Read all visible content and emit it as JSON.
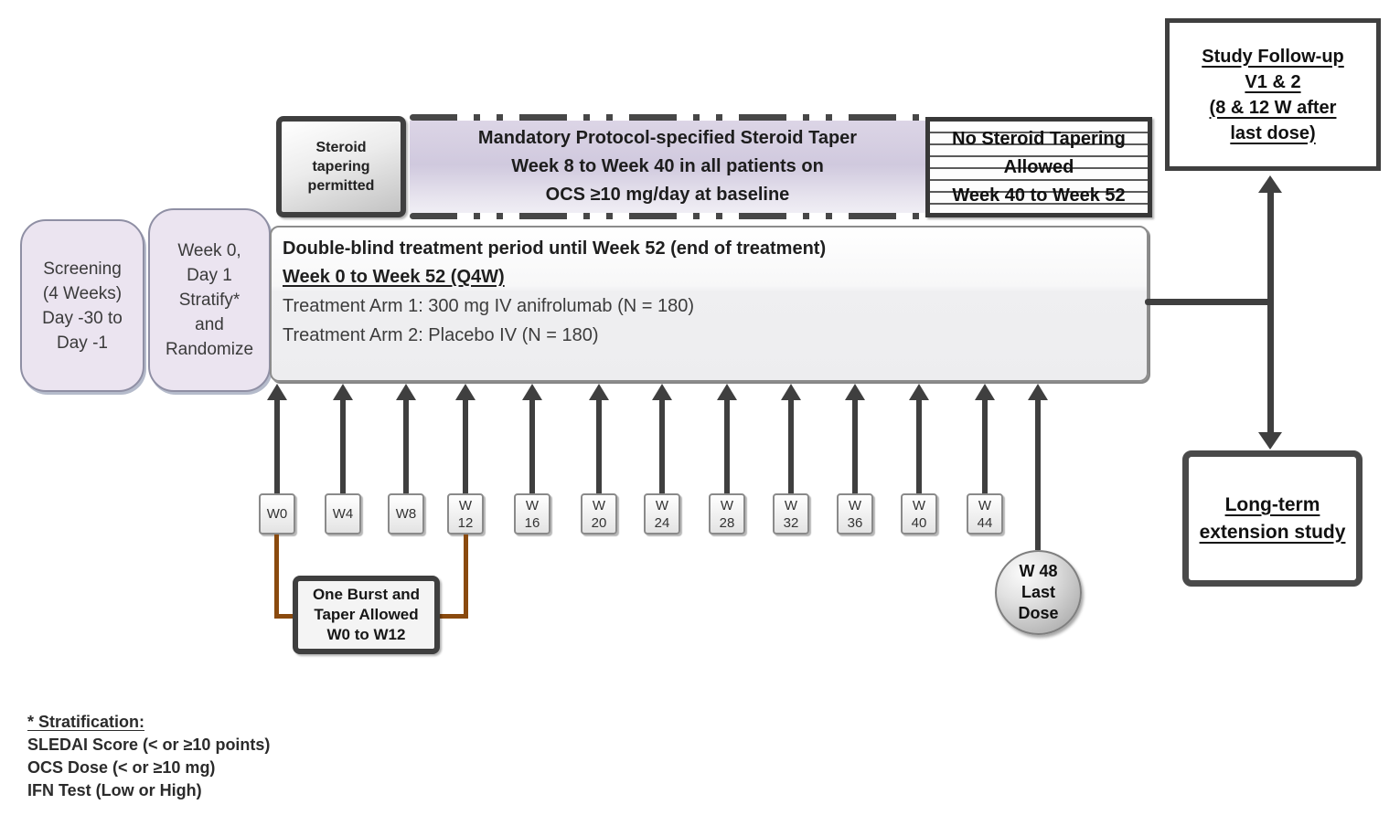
{
  "colors": {
    "lavender_fill": "#ebe4f0",
    "banner_lavender_top": "#dcd5e6",
    "banner_lavender_mid": "#d0c9de",
    "dark_border": "#3f3f3f",
    "brown_connector": "#8a4a0e",
    "gray_box_border": "#8a8a8a"
  },
  "screening_box": {
    "lines": [
      "Screening",
      "(4 Weeks)",
      "Day -30 to",
      "Day -1"
    ]
  },
  "randomize_box": {
    "lines": [
      "Week 0,",
      "Day 1",
      "Stratify*",
      "and",
      "Randomize"
    ]
  },
  "steroid_permitted_box": {
    "lines": [
      "Steroid",
      "tapering",
      "permitted"
    ]
  },
  "mandatory_taper_banner": {
    "lines": [
      "Mandatory Protocol-specified Steroid Taper",
      "Week 8 to Week 40 in all patients on",
      "OCS ≥10 mg/day at baseline"
    ]
  },
  "no_taper_box": {
    "lines": [
      "No Steroid Tapering",
      "Allowed",
      "Week 40 to Week 52"
    ]
  },
  "treatment_box": {
    "title": "Double-blind treatment period until Week 52 (end of treatment)",
    "subtitle": "Week 0 to Week 52 (Q4W)",
    "arm1": "Treatment Arm 1: 300 mg IV anifrolumab (N = 180)",
    "arm2": "Treatment Arm 2: Placebo IV (N = 180)"
  },
  "followup_box": {
    "lines": [
      "Study Follow-up",
      "V1 & 2",
      "(8 & 12 W after",
      "last dose)"
    ]
  },
  "extension_box": {
    "lines": [
      "Long-term",
      "extension study"
    ]
  },
  "dose_markers": [
    {
      "line1": "W0",
      "line2": ""
    },
    {
      "line1": "W4",
      "line2": ""
    },
    {
      "line1": "W8",
      "line2": ""
    },
    {
      "line1": "W",
      "line2": "12"
    },
    {
      "line1": "W",
      "line2": "16"
    },
    {
      "line1": "W",
      "line2": "20"
    },
    {
      "line1": "W",
      "line2": "24"
    },
    {
      "line1": "W",
      "line2": "28"
    },
    {
      "line1": "W",
      "line2": "32"
    },
    {
      "line1": "W",
      "line2": "36"
    },
    {
      "line1": "W",
      "line2": "40"
    },
    {
      "line1": "W",
      "line2": "44"
    }
  ],
  "last_dose_circle": {
    "lines": [
      "W 48",
      "Last",
      "Dose"
    ]
  },
  "burst_box": {
    "lines": [
      "One Burst and",
      "Taper Allowed",
      "W0 to W12"
    ]
  },
  "stratification": {
    "title": "* Stratification:",
    "items": [
      "SLEDAI Score (< or ≥10 points)",
      "OCS Dose (< or ≥10 mg)",
      "IFN Test (Low or High)"
    ]
  }
}
